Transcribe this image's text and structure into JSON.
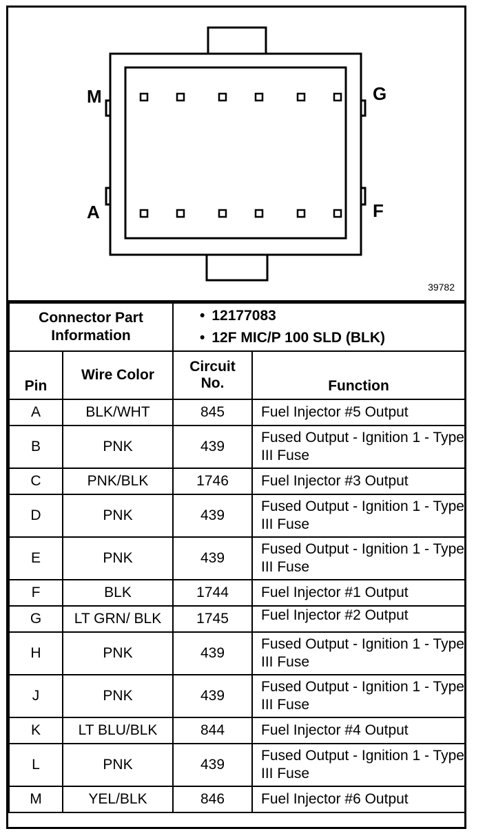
{
  "figure_number": "39782",
  "diagram": {
    "pin_labels": {
      "top_left": "M",
      "top_right": "G",
      "bottom_left": "A",
      "bottom_right": "F"
    }
  },
  "connector_info": {
    "label": "Connector Part Information",
    "values": [
      "12177083",
      "12F MIC/P 100 SLD (BLK)"
    ]
  },
  "columns": [
    "Pin",
    "Wire Color",
    "Circuit No.",
    "Function"
  ],
  "rows": [
    {
      "pin": "A",
      "wire": "BLK/WHT",
      "circuit": "845",
      "function": "Fuel Injector #5 Output"
    },
    {
      "pin": "B",
      "wire": "PNK",
      "circuit": "439",
      "function": "Fused Output - Ignition 1 - Type III Fuse"
    },
    {
      "pin": "C",
      "wire": "PNK/BLK",
      "circuit": "1746",
      "function": "Fuel Injector #3 Output"
    },
    {
      "pin": "D",
      "wire": "PNK",
      "circuit": "439",
      "function": "Fused Output - Ignition 1 - Type III Fuse"
    },
    {
      "pin": "E",
      "wire": "PNK",
      "circuit": "439",
      "function": "Fused Output - Ignition 1 - Type III Fuse"
    },
    {
      "pin": "F",
      "wire": "BLK",
      "circuit": "1744",
      "function": "Fuel Injector #1 Output"
    },
    {
      "pin": "G",
      "wire": "LT GRN/ BLK",
      "circuit": "1745",
      "function": "Fuel Injector #2 Output"
    },
    {
      "pin": "H",
      "wire": "PNK",
      "circuit": "439",
      "function": "Fused Output - Ignition 1 - Type III Fuse"
    },
    {
      "pin": "J",
      "wire": "PNK",
      "circuit": "439",
      "function": "Fused Output - Ignition 1 - Type III Fuse"
    },
    {
      "pin": "K",
      "wire": "LT BLU/BLK",
      "circuit": "844",
      "function": "Fuel Injector #4 Output"
    },
    {
      "pin": "L",
      "wire": "PNK",
      "circuit": "439",
      "function": "Fused Output - Ignition 1 - Type III Fuse"
    },
    {
      "pin": "M",
      "wire": "YEL/BLK",
      "circuit": "846",
      "function": "Fuel Injector #6 Output"
    }
  ]
}
